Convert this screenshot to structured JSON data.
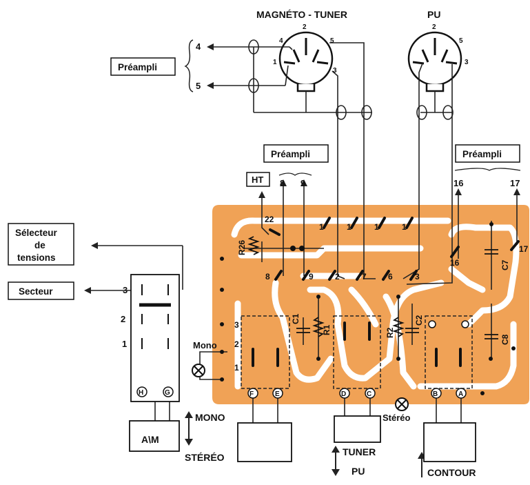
{
  "connectors": {
    "magneto_tuner": "MAGNÉTO - TUNER",
    "pu": "PU",
    "din_pins": {
      "p1": "1",
      "p2": "2",
      "p3": "3",
      "p4": "4",
      "p5": "5"
    }
  },
  "labels": {
    "preampli_left": "Préampli",
    "preampli_mid": "Préampli",
    "preampli_right": "Préampli",
    "ht": "HT",
    "selecteur_line1": "Sélecteur",
    "selecteur_line2": "de",
    "selecteur_line3": "tensions",
    "secteur": "Secteur",
    "mono": "Mono",
    "stereo_lamp": "Stéréo",
    "mono_switch": "MONO",
    "stereo_switch": "STÉRÉO",
    "tuner": "TUNER",
    "pu_bottom": "PU",
    "contour": "CONTOUR",
    "switch_am": "A\\M"
  },
  "terminals": {
    "t4": "4",
    "t5": "5",
    "t8": "8",
    "t9": "9",
    "t16": "16",
    "t17": "17",
    "t22": "22",
    "s3": "3",
    "s2": "2",
    "s1": "1"
  },
  "pcb": {
    "color": "#f0a256",
    "components": {
      "r26": "R26",
      "r1": "R1",
      "r2": "R2",
      "c1": "C1",
      "c2": "C2",
      "c7": "C7",
      "c8": "C8"
    },
    "pads": {
      "p1a": "1",
      "p1b": "1",
      "p1c": "1",
      "p1d": "1",
      "p7": "7",
      "p6": "6",
      "p3": "3",
      "p2": "2",
      "p8": "8",
      "p9": "9",
      "p16": "16",
      "p17": "17",
      "p22": "22",
      "r3": "3",
      "r2": "2",
      "r1": "1"
    },
    "switch_letters": {
      "f": "F",
      "e": "E",
      "d": "D",
      "c": "C",
      "b": "B",
      "a": "A",
      "h": "H",
      "g": "G"
    }
  }
}
